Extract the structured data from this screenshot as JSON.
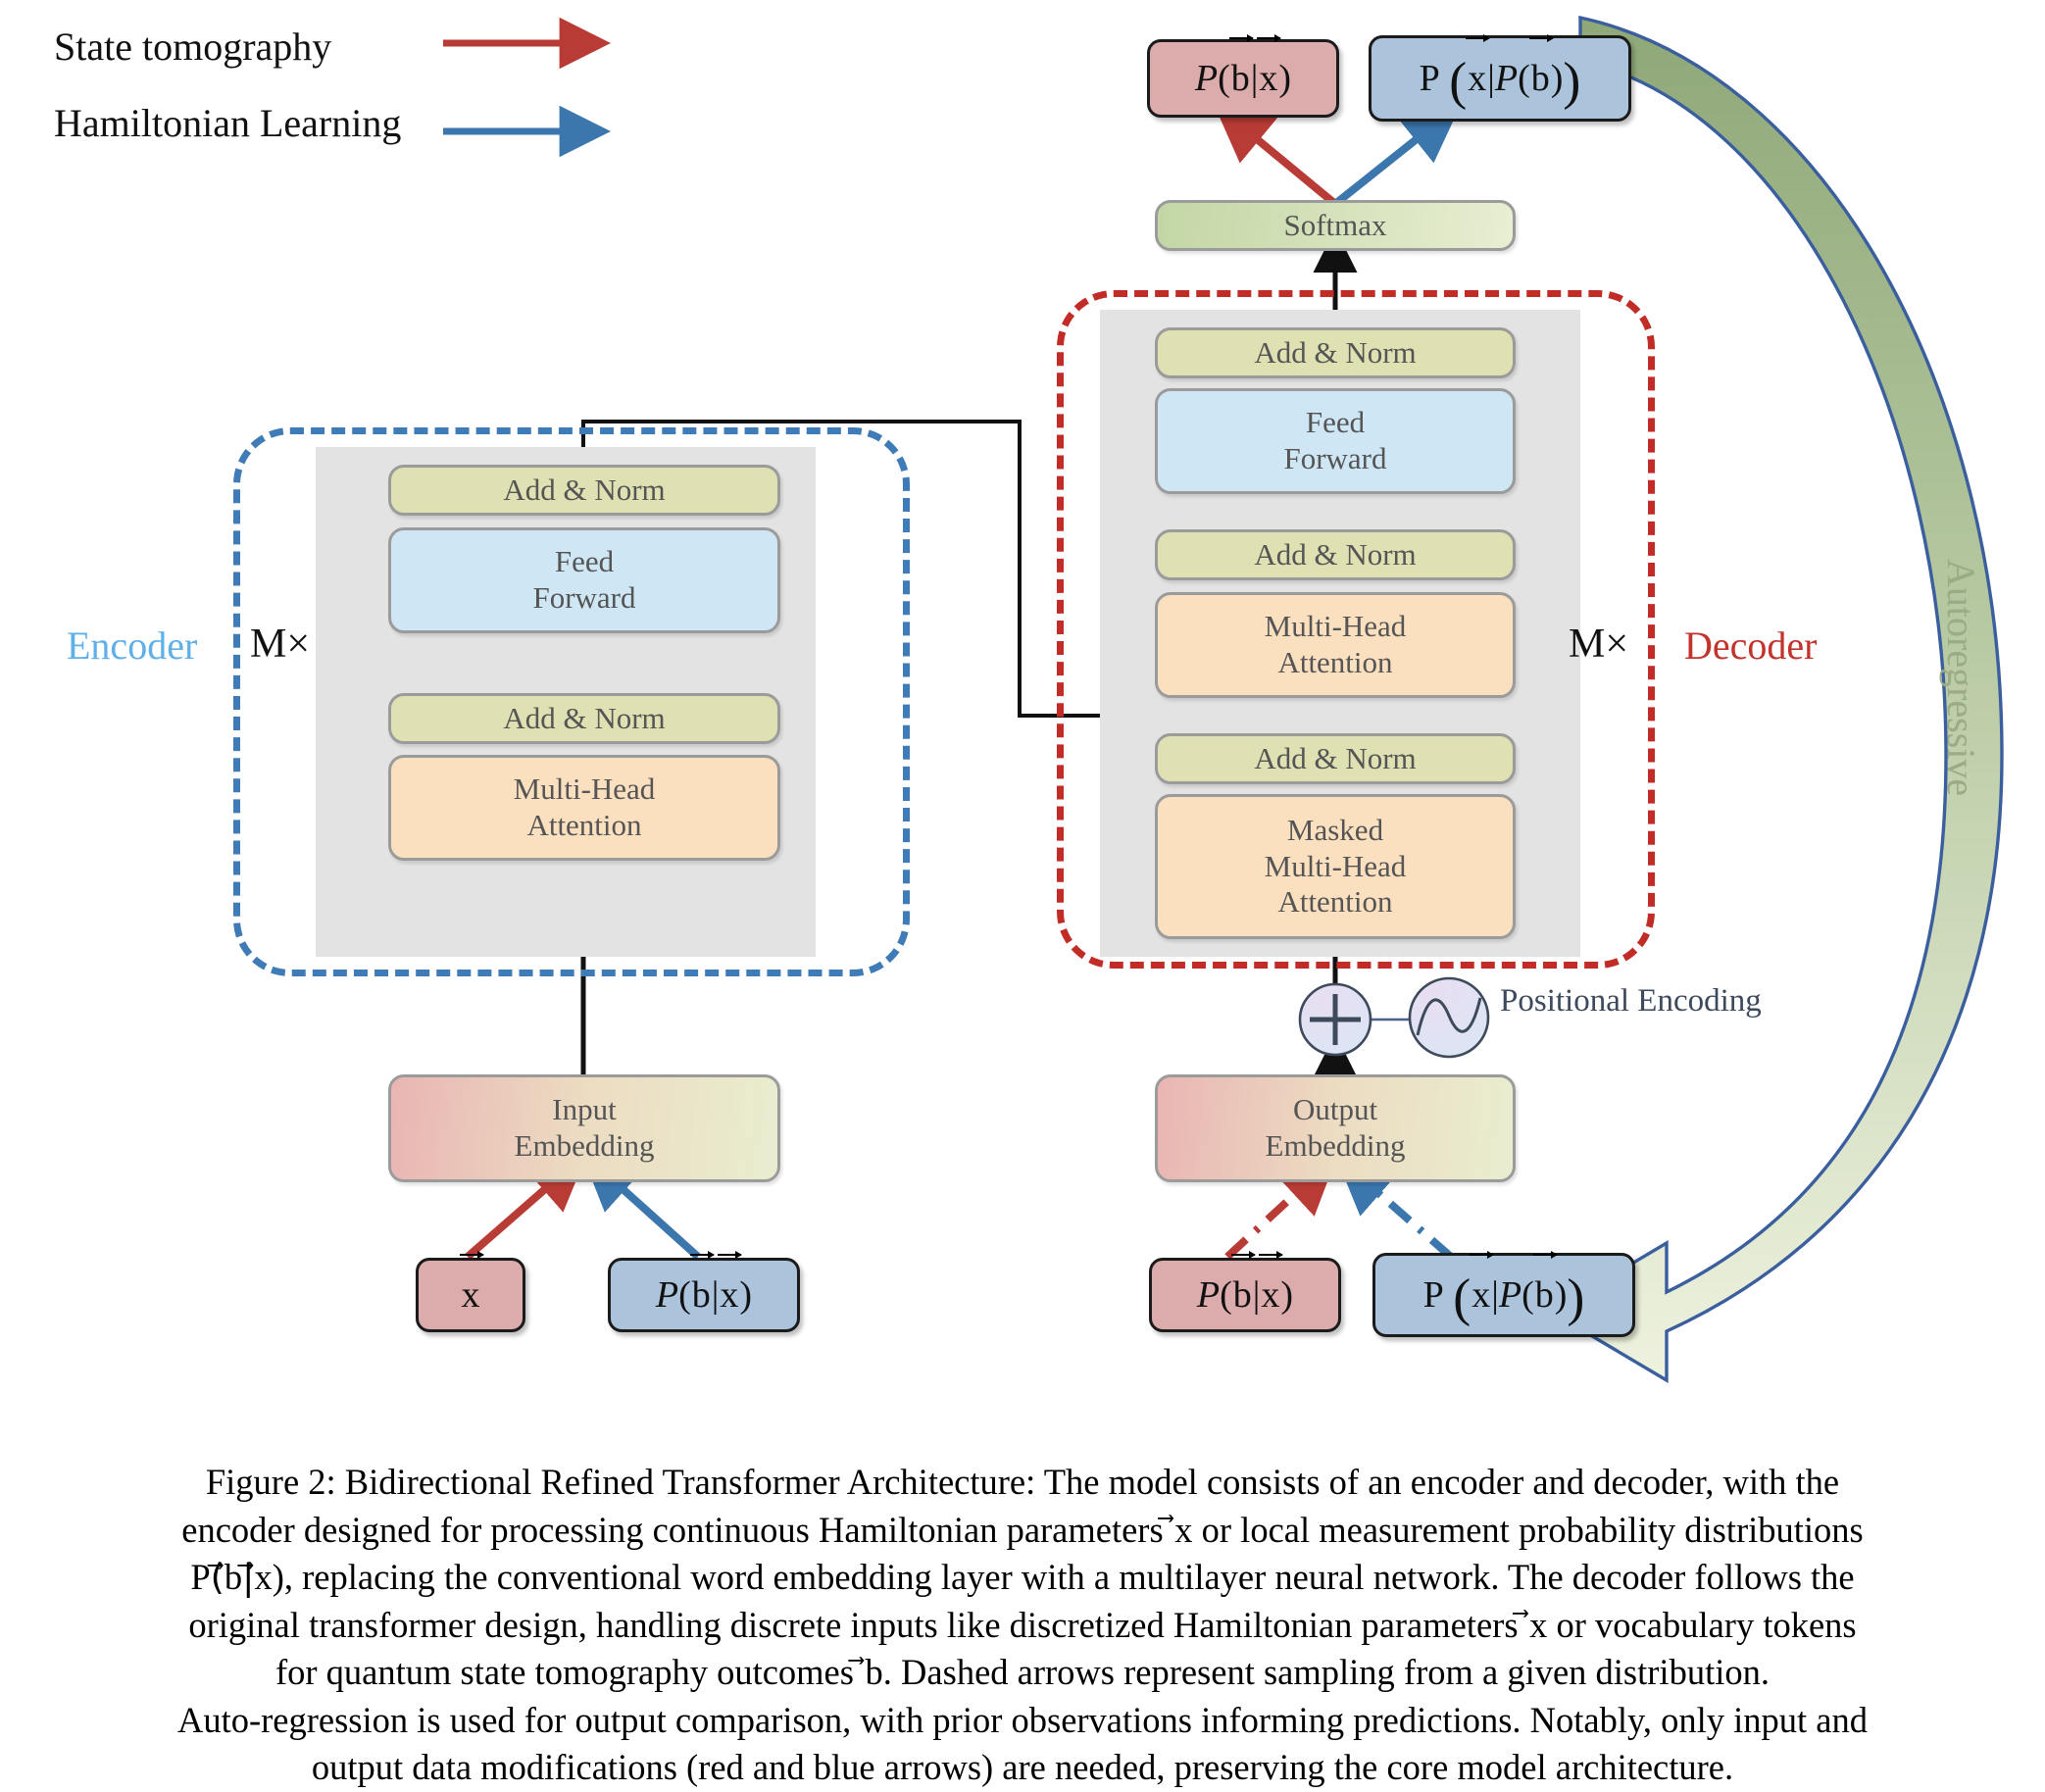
{
  "legend": {
    "items": [
      {
        "label": "State tomography",
        "color": "#b93b35",
        "icon": "red-arrow-icon"
      },
      {
        "label": "Hamiltonian Learning",
        "color": "#3b76ad",
        "icon": "blue-arrow-icon"
      }
    ]
  },
  "colors": {
    "encoder_dash": "#3f7bb6",
    "decoder_dash": "#c22c26",
    "encoder_label": "#5fb0e8",
    "decoder_label": "#c2342b",
    "add_norm": "#dfe1b2",
    "feed_forward": "#cfe7f5",
    "attention": "#fbe0c0",
    "softmax": "#c3d6a5",
    "embedding": "#e9b5b3",
    "token_red": "#dcabab",
    "token_blue": "#abc4dc",
    "autoregressive": "#9aab86",
    "stack_bg": "#e3e3e3"
  },
  "encoder": {
    "label": "Encoder",
    "repeat": "M×",
    "blocks": [
      {
        "name": "add-norm-top",
        "lines": [
          "Add & Norm"
        ]
      },
      {
        "name": "feed-forward",
        "lines": [
          "Feed",
          "Forward"
        ]
      },
      {
        "name": "add-norm-bottom",
        "lines": [
          "Add & Norm"
        ]
      },
      {
        "name": "multi-head-attention",
        "lines": [
          "Multi-Head",
          "Attention"
        ]
      }
    ],
    "embedding": {
      "lines": [
        "Input",
        "Embedding"
      ]
    },
    "inputs": [
      {
        "name": "input-token-x",
        "style": "red",
        "formula": "x_vec"
      },
      {
        "name": "input-token-pbx",
        "style": "blue",
        "formula": "P_b_given_x"
      }
    ]
  },
  "decoder": {
    "label": "Decoder",
    "repeat": "M×",
    "blocks": [
      {
        "name": "add-norm-top",
        "lines": [
          "Add & Norm"
        ]
      },
      {
        "name": "feed-forward",
        "lines": [
          "Feed",
          "Forward"
        ]
      },
      {
        "name": "add-norm-mid",
        "lines": [
          "Add & Norm"
        ]
      },
      {
        "name": "multi-head-attention",
        "lines": [
          "Multi-Head",
          "Attention"
        ]
      },
      {
        "name": "add-norm-bottom",
        "lines": [
          "Add & Norm"
        ]
      },
      {
        "name": "masked-attention",
        "lines": [
          "Masked",
          "Multi-Head",
          "Attention"
        ]
      }
    ],
    "embedding": {
      "lines": [
        "Output",
        "Embedding"
      ]
    },
    "positional_encoding": {
      "lines": [
        "Positional",
        "Encoding"
      ],
      "plus_symbol": "+",
      "icon": "sine-wave-icon"
    },
    "inputs": [
      {
        "name": "output-token-pbx",
        "style": "red",
        "formula": "P_b_given_x"
      },
      {
        "name": "output-token-pxpb",
        "style": "blue",
        "formula": "P_x_given_Pb"
      }
    ]
  },
  "softmax": {
    "label": "Softmax"
  },
  "outputs": [
    {
      "name": "prediction-pbx",
      "style": "red",
      "formula": "P_b_given_x"
    },
    {
      "name": "prediction-pxpb",
      "style": "blue",
      "formula": "P_x_given_Pb"
    }
  ],
  "autoregressive": {
    "label": "Autoregressive"
  },
  "caption": {
    "lines": [
      "Figure 2: Bidirectional Refined Transformer Architecture: The model consists of an encoder and decoder, with the",
      "encoder designed for processing continuous Hamiltonian parameters ⃗x or local measurement probability distributions",
      "P(⃗b|⃗x), replacing the conventional word embedding layer with a multilayer neural network. The decoder follows the",
      "original transformer design, handling discrete inputs like discretized Hamiltonian parameters ⃗x or vocabulary tokens",
      "for quantum state tomography outcomes ⃗b. Dashed arrows represent sampling from a given distribution.",
      "Auto-regression is used for output comparison, with prior observations informing predictions. Notably, only input and",
      "output data modifications (red and blue arrows) are needed, preserving the core model architecture."
    ]
  }
}
